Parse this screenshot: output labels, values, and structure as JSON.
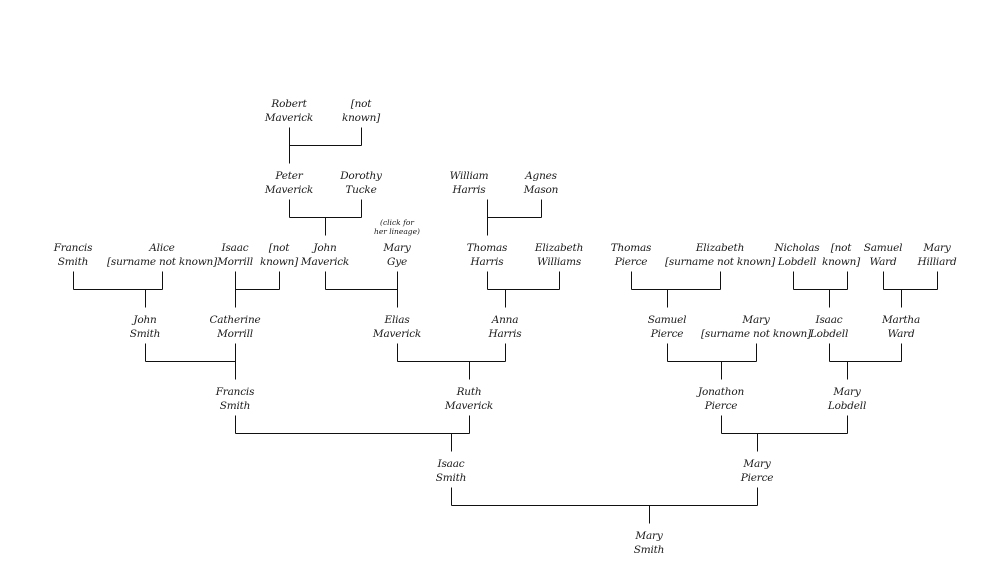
{
  "people": {
    "robert_maverick": [
      "Robert",
      "Maverick"
    ],
    "rm_wife": [
      "[not",
      "known]"
    ],
    "peter_maverick": [
      "Peter",
      "Maverick"
    ],
    "dorothy_tucke": [
      "Dorothy",
      "Tucke"
    ],
    "william_harris": [
      "William",
      "Harris"
    ],
    "agnes_mason": [
      "Agnes",
      "Mason"
    ],
    "francis_smith_sr": [
      "Francis",
      "Smith"
    ],
    "alice": [
      "Alice",
      "[surname not known]"
    ],
    "isaac_morrill": [
      "Isaac",
      "Morrill"
    ],
    "im_wife": [
      "[not",
      "known]"
    ],
    "john_maverick": [
      "John",
      "Maverick"
    ],
    "mary_gye": [
      "Mary",
      "Gye"
    ],
    "thomas_harris": [
      "Thomas",
      "Harris"
    ],
    "elizabeth_williams": [
      "Elizabeth",
      "Williams"
    ],
    "thomas_pierce": [
      "Thomas",
      "Pierce"
    ],
    "elizabeth_pierce": [
      "Elizabeth",
      "[surname not known]"
    ],
    "nicholas_lobdell": [
      "Nicholas",
      "Lobdell"
    ],
    "nl_wife": [
      "[not",
      "known]"
    ],
    "samuel_ward": [
      "Samuel",
      "Ward"
    ],
    "mary_hilliard": [
      "Mary",
      "Hilliard"
    ],
    "john_smith": [
      "John",
      "Smith"
    ],
    "catherine_morrill": [
      "Catherine",
      "Morrill"
    ],
    "elias_maverick": [
      "Elias",
      "Maverick"
    ],
    "anna_harris": [
      "Anna",
      "Harris"
    ],
    "samuel_pierce": [
      "Samuel",
      "Pierce"
    ],
    "mary_sp": [
      "Mary",
      "[surname not known]"
    ],
    "isaac_lobdell": [
      "Isaac",
      "Lobdell"
    ],
    "martha_ward": [
      "Martha",
      "Ward"
    ],
    "francis_smith": [
      "Francis",
      "Smith"
    ],
    "ruth_maverick": [
      "Ruth",
      "Maverick"
    ],
    "jonathon_pierce": [
      "Jonathon",
      "Pierce"
    ],
    "mary_lobdell": [
      "Mary",
      "Lobdell"
    ],
    "isaac_smith": [
      "Isaac",
      "Smith"
    ],
    "mary_pierce": [
      "Mary",
      "Pierce"
    ],
    "mary_smith": [
      "Mary",
      "Smith"
    ]
  },
  "mary_gye_note": [
    "(click for",
    "her lineage)"
  ]
}
